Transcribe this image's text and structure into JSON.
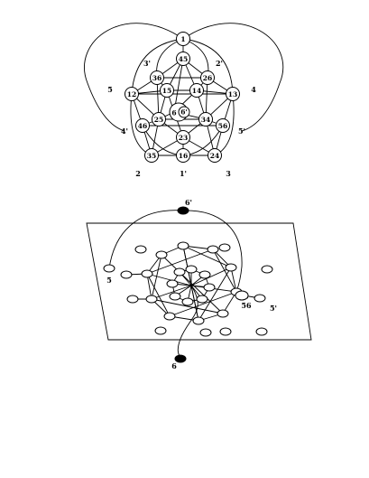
{
  "top_graph": {
    "node_labels": [
      "1",
      "2",
      "3",
      "4",
      "5",
      "1'",
      "2'",
      "3'",
      "4'",
      "5'",
      "45",
      "26",
      "13",
      "36",
      "12",
      "15",
      "14",
      "6",
      "6'",
      "25",
      "34",
      "46",
      "56",
      "23",
      "16",
      "35",
      "24"
    ]
  },
  "bottom_graph": {
    "labels": [
      "6'",
      "5",
      "56",
      "5'",
      "6"
    ]
  }
}
